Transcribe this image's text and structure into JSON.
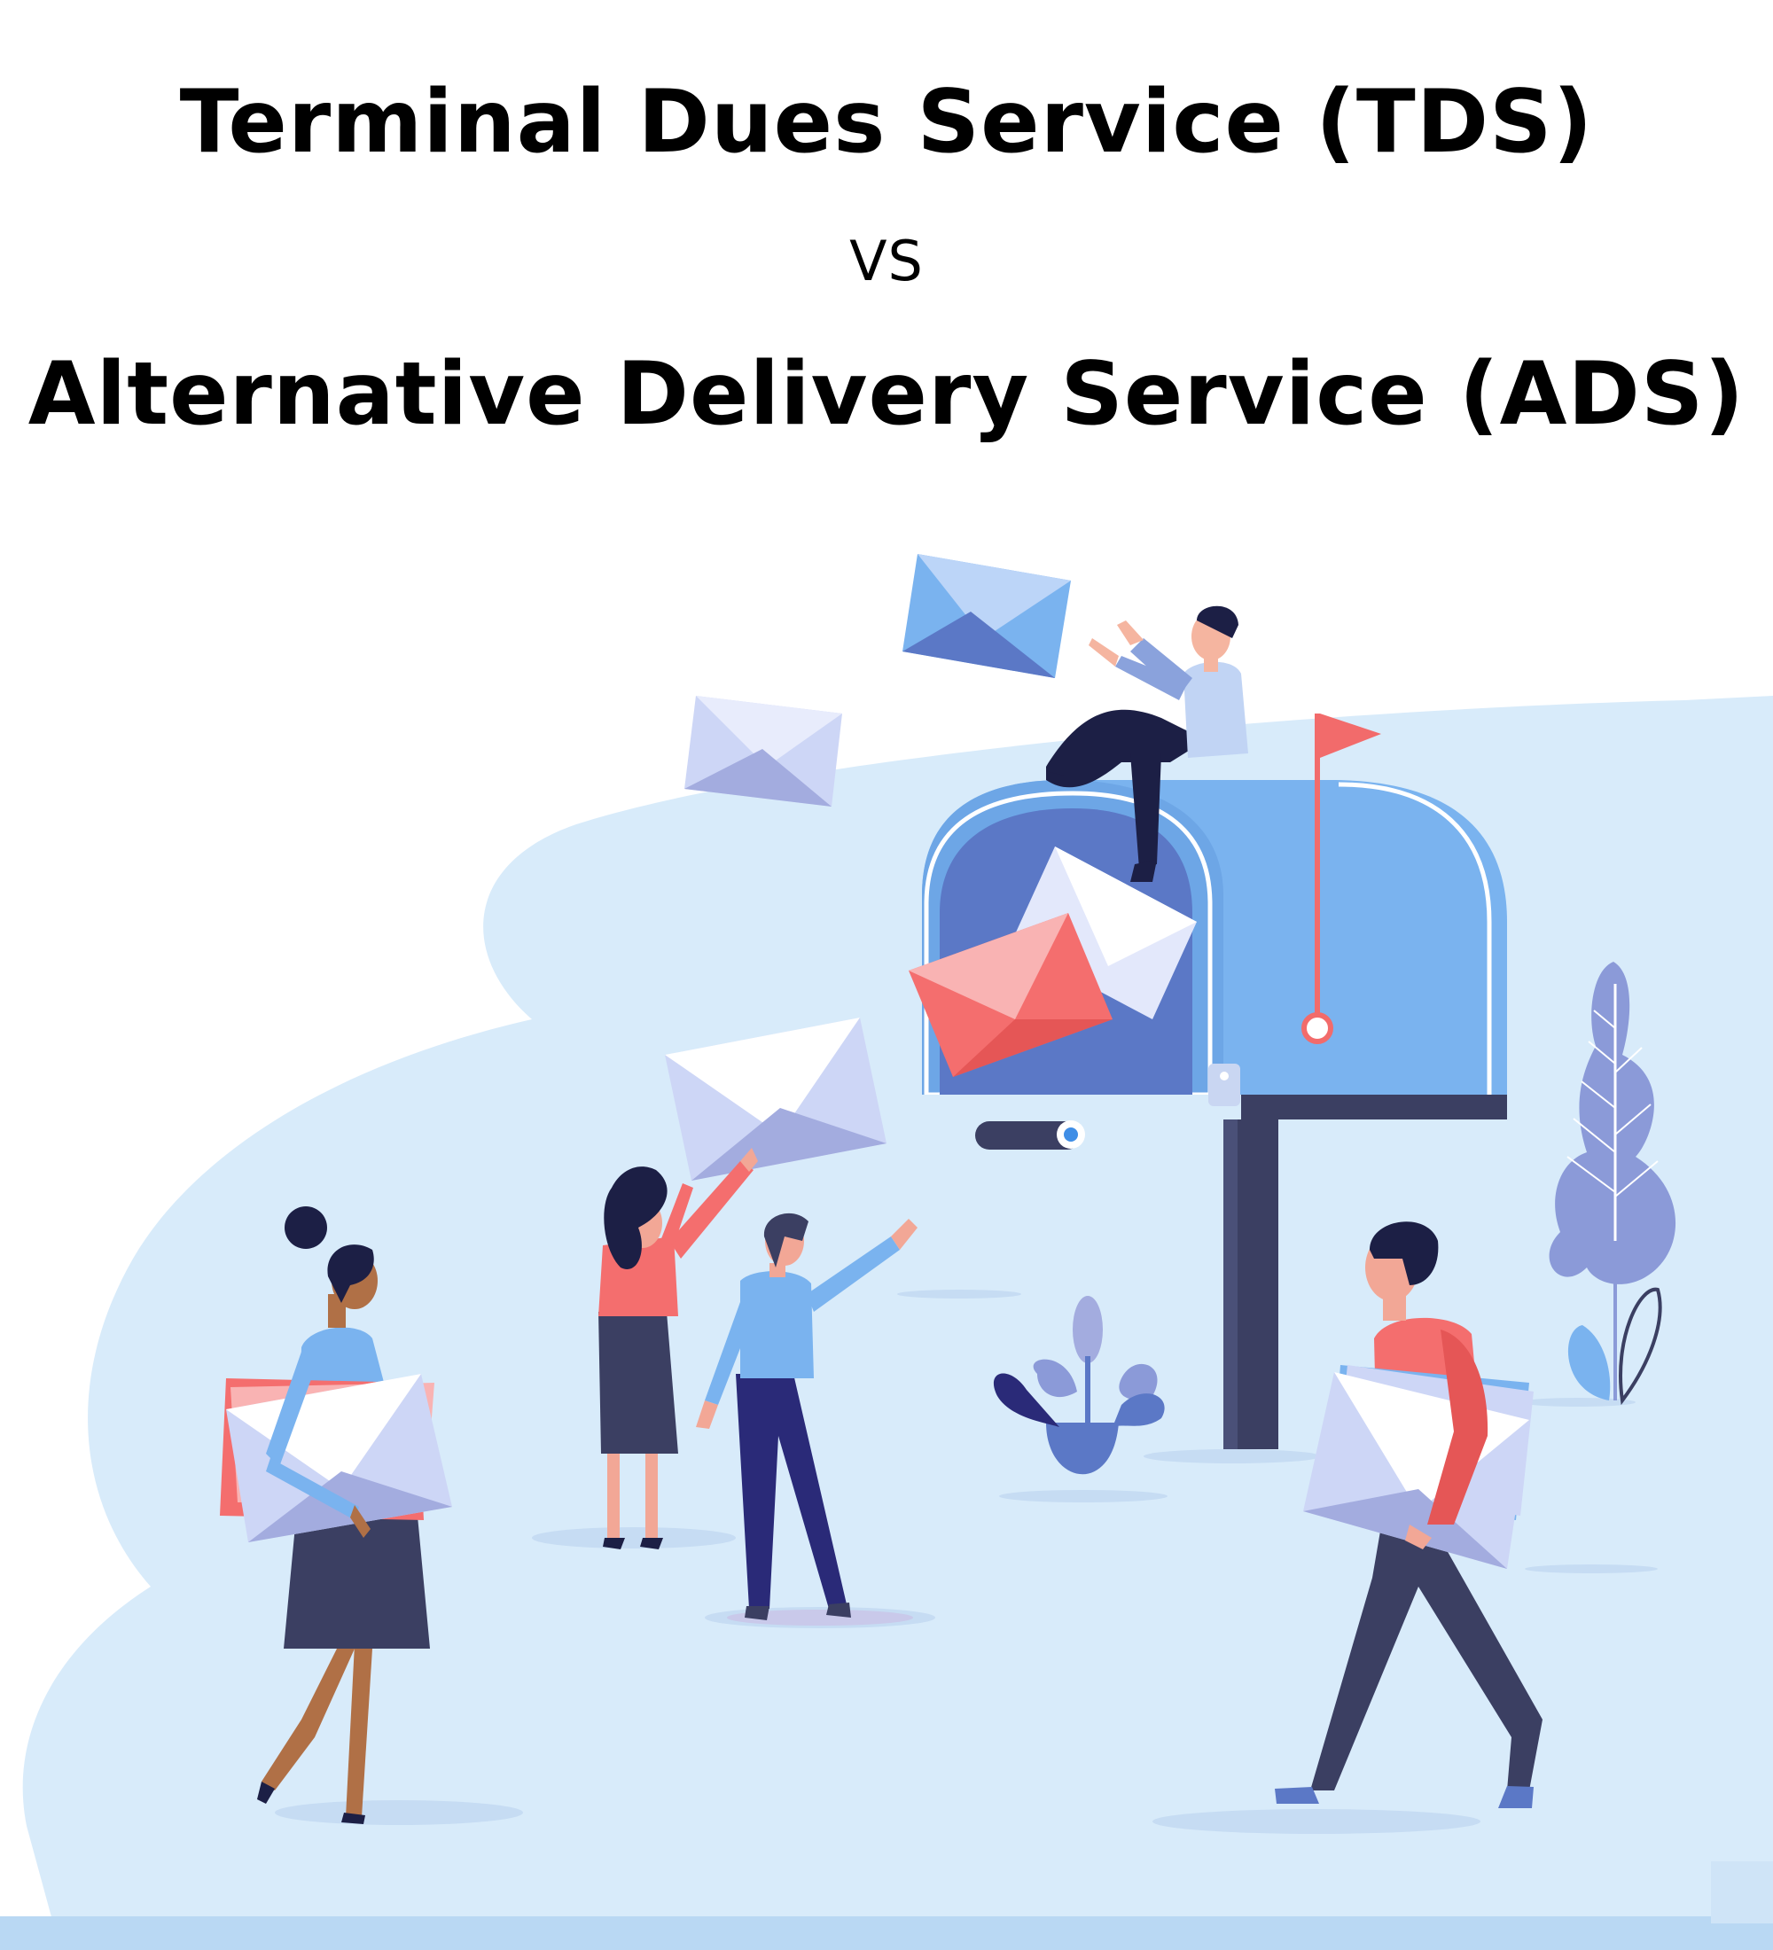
{
  "heading": {
    "line1": "Terminal Dues Service (TDS)",
    "vs": "VS",
    "line2": "Alternative Delivery Service (ADS)"
  },
  "colors": {
    "background_blob": "#d8ebfa",
    "mailbox_blue": "#7ab3ef",
    "mailbox_inner": "#5b78c6",
    "post_dark": "#3b3f62",
    "flag_red": "#f26b6b",
    "envelope_light": "#cdd6f6",
    "envelope_red": "#f46e6e",
    "sky_envelope": "#7ab3ef",
    "plant_lavender": "#8b9ad8"
  },
  "icons": [
    "mailbox-icon",
    "envelope-icon",
    "flag-icon",
    "plant-icon",
    "person-icon"
  ]
}
